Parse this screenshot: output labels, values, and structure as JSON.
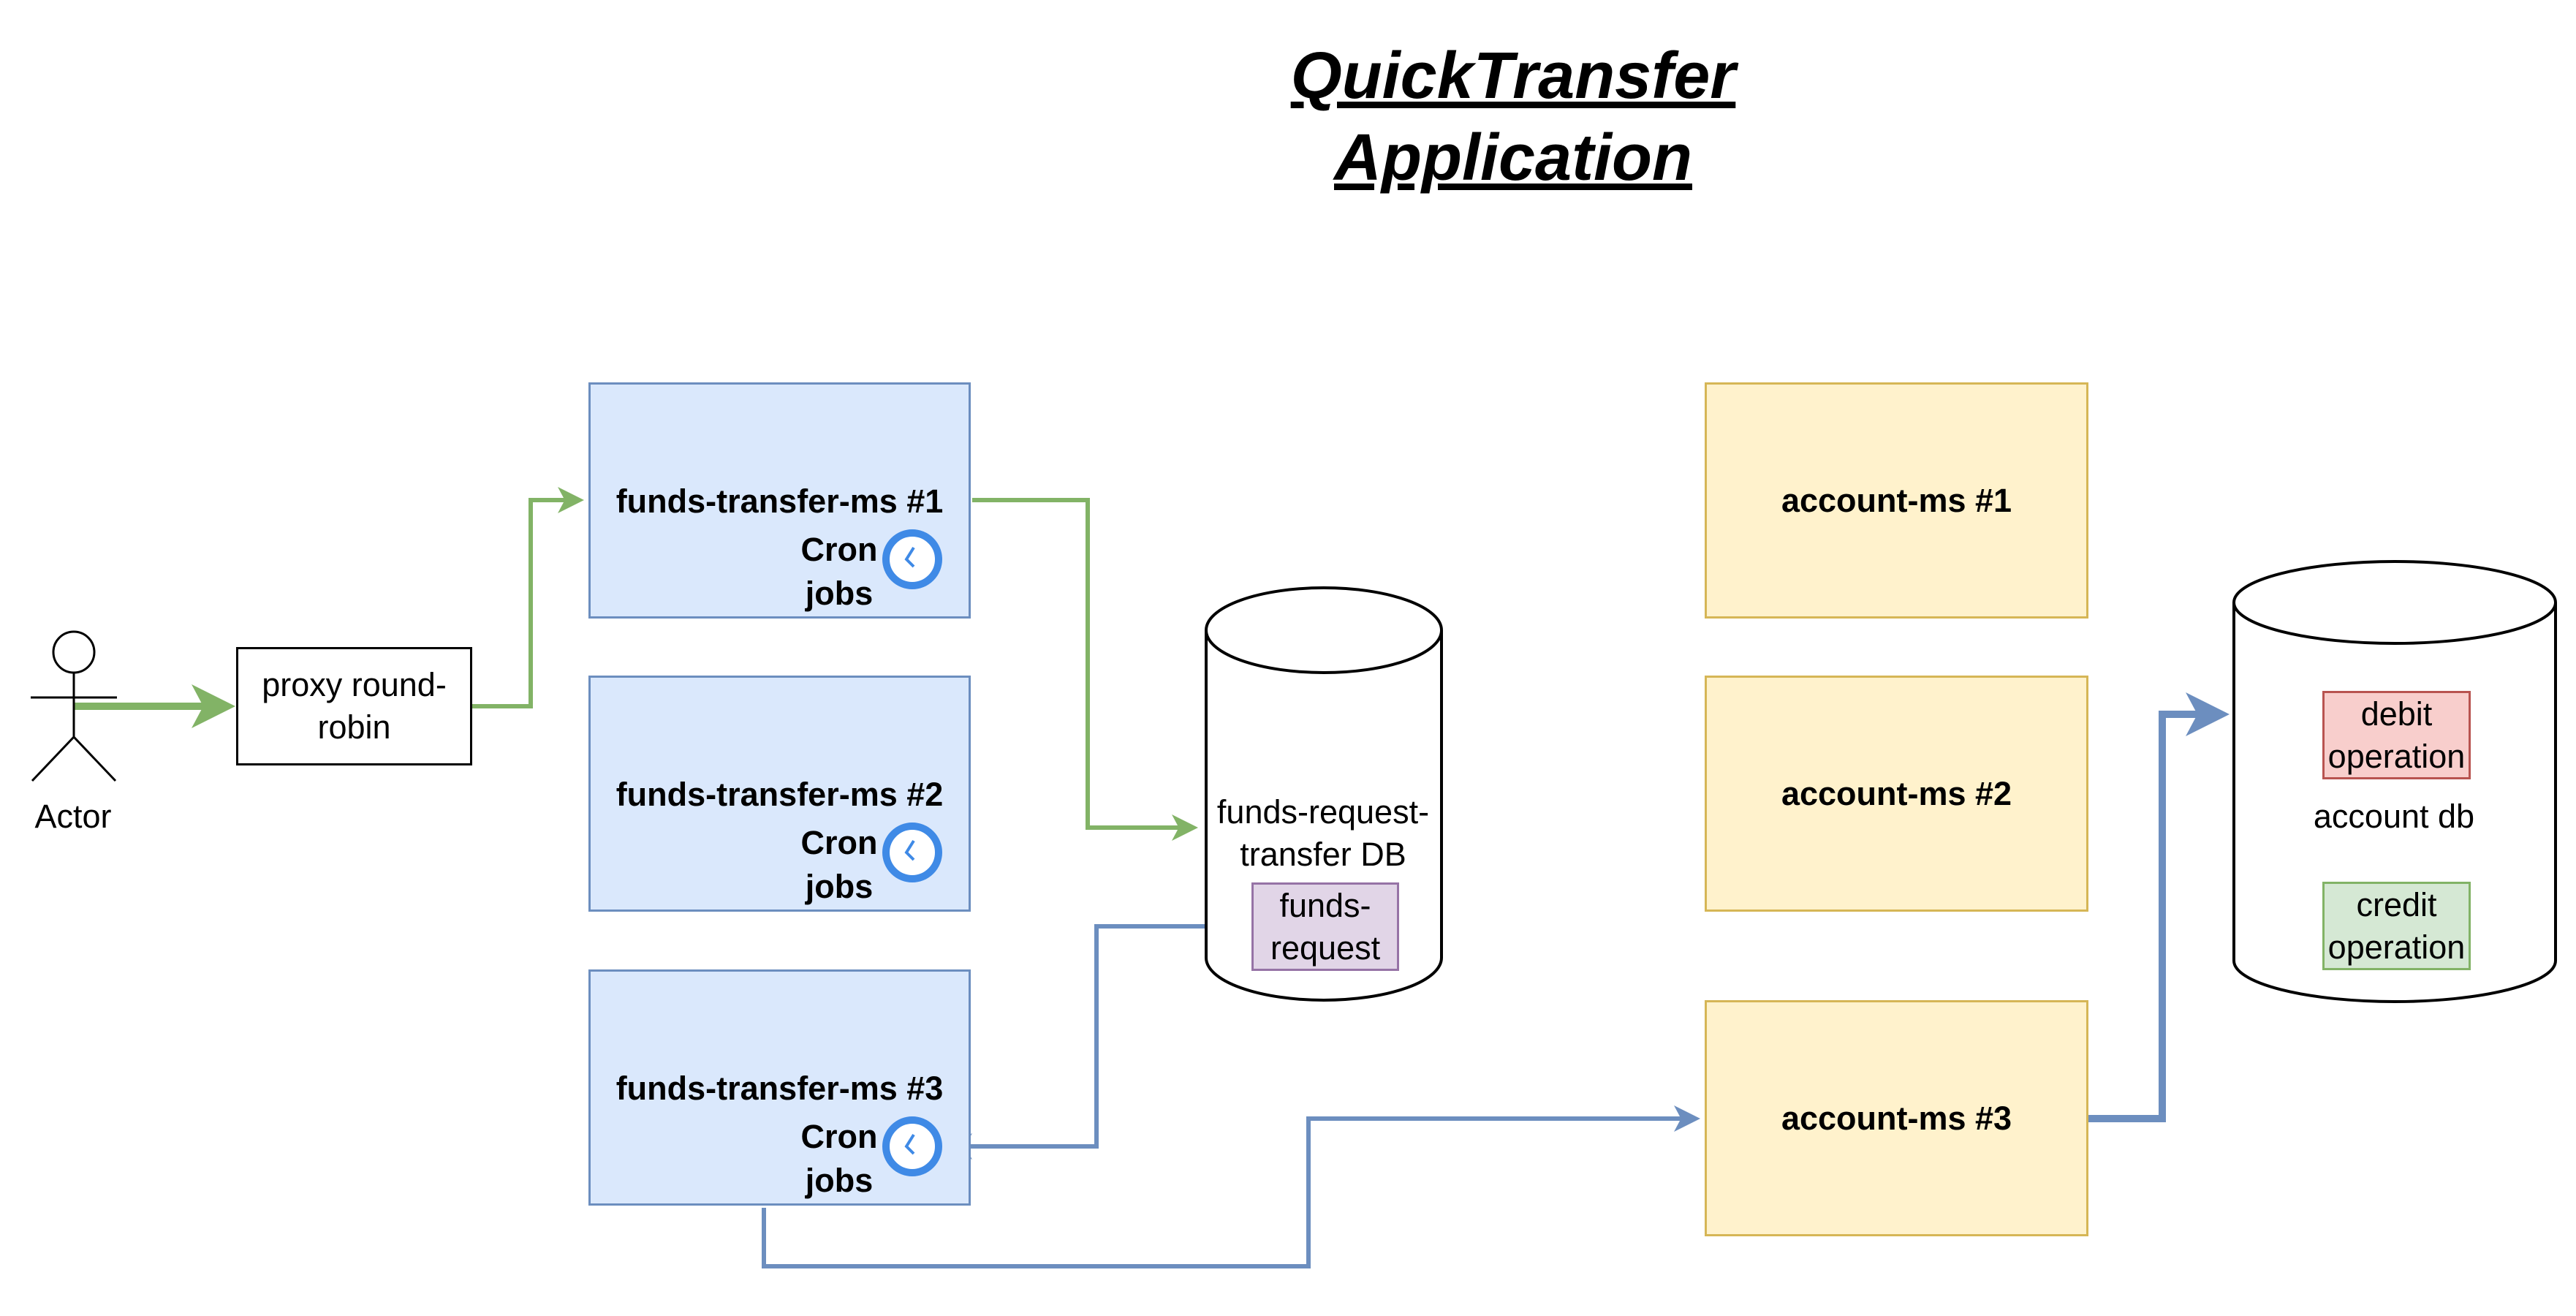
{
  "title": "QuickTransfer Application",
  "actor": {
    "label": "Actor"
  },
  "proxy": {
    "label": "proxy round-robin"
  },
  "funds_transfer_services": [
    {
      "label": "funds-transfer-ms #1",
      "cron_label": "Cron jobs"
    },
    {
      "label": "funds-transfer-ms #2",
      "cron_label": "Cron jobs"
    },
    {
      "label": "funds-transfer-ms #3",
      "cron_label": "Cron jobs"
    }
  ],
  "funds_db": {
    "label": "funds-request-transfer DB",
    "table_label": "funds-request"
  },
  "account_services": [
    {
      "label": "account-ms #1"
    },
    {
      "label": "account-ms #2"
    },
    {
      "label": "account-ms #3"
    }
  ],
  "account_db": {
    "label": "account db",
    "debit_label": "debit operation",
    "credit_label": "credit operation"
  },
  "colors": {
    "green_edge": "#82b366",
    "blue_edge": "#6c8ebf",
    "funds_service_fill": "#dae8fc",
    "account_service_fill": "#fff2cc",
    "clock_blue": "#3f8ae6"
  },
  "icons": {
    "actor": "stick-figure-icon",
    "cron": "clock-icon",
    "database": "cylinder-icon"
  }
}
